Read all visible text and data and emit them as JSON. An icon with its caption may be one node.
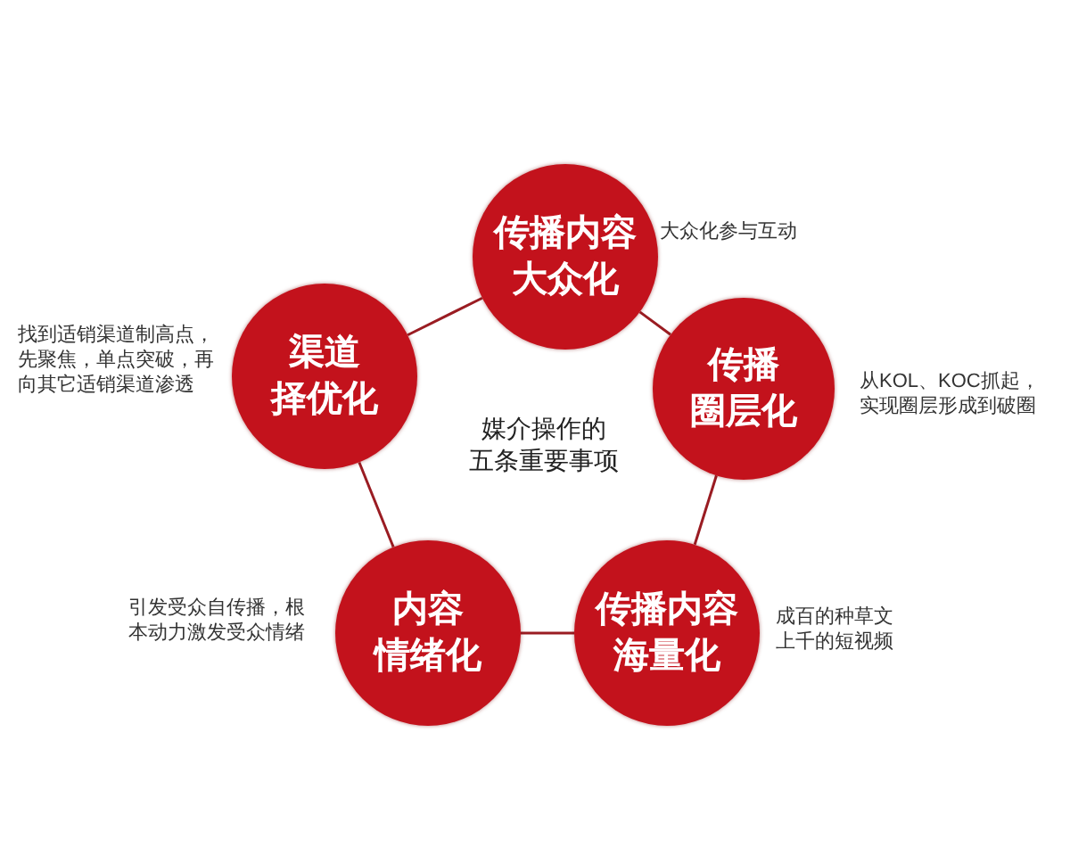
{
  "diagram": {
    "nodes": [
      {
        "text": [
          "传播内容大众化"
        ],
        "beside": [
          "大众化参与互动"
        ]
      },
      {
        "text": [
          "渠道择优化"
        ],
        "beside": [
          "找到适销渠道制高点，先聚焦，单点突破，再向其它适销渠道渗透"
        ]
      },
      {
        "text": [
          "传播圈层化"
        ],
        "beside": [
          "从KOL、KOC抓起，实现圈层形成到破圈"
        ]
      },
      {
        "text": [
          "内容情绪化"
        ],
        "beside": [
          "引发受众自传播，根本动力激发受众情绪"
        ]
      },
      {
        "text": [
          "传播内容海量化"
        ],
        "beside": [
          "成百的种草文上千的短视频"
        ]
      }
    ],
    "edges": [
      {
        "from": 0,
        "to": 2,
        "arrow": "none"
      },
      {
        "from": 2,
        "to": 4,
        "arrow": "none"
      },
      {
        "from": 4,
        "to": 3,
        "arrow": "none"
      },
      {
        "from": 3,
        "to": 1,
        "arrow": "none"
      },
      {
        "from": 1,
        "to": 0,
        "arrow": "none"
      }
    ],
    "labels": [
      "媒介操作的五条重要事项"
    ]
  }
}
